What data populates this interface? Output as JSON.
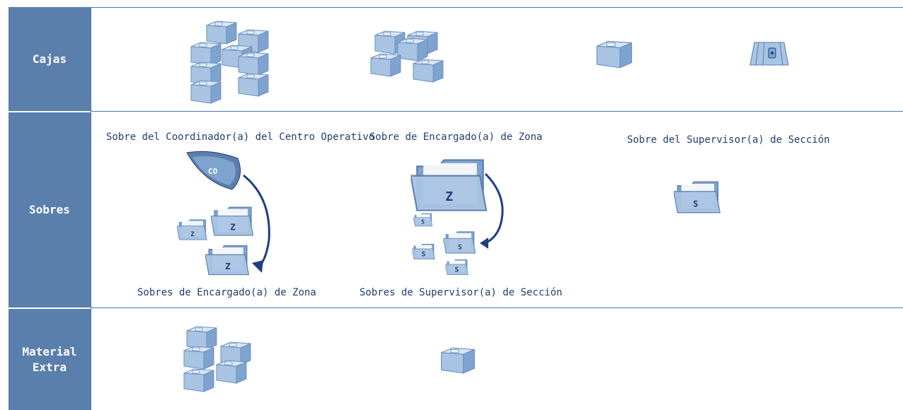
{
  "rows": {
    "cajas": "Cajas",
    "sobres": "Sobres",
    "material_line1": "Material",
    "material_line2": "Extra"
  },
  "captions": {
    "coordinador": "Sobre del Coordinador(a) del Centro Operativo",
    "encargado": "Sobre de Encargado(a) de Zona",
    "supervisor": "Sobre del Supervisor(a) de Sección",
    "sobres_encargado": "Sobres de Encargado(a) de Zona",
    "sobres_supervisor": "Sobres de Supervisor(a) de Sección"
  },
  "folder_labels": {
    "co": "CO",
    "z": "Z",
    "s": "S"
  },
  "colors": {
    "header": "#5b7fad",
    "line": "#4d79b0",
    "icon": "#a9c4e3",
    "icon_dark": "#5b7fad",
    "arrow": "#1f3f80"
  }
}
